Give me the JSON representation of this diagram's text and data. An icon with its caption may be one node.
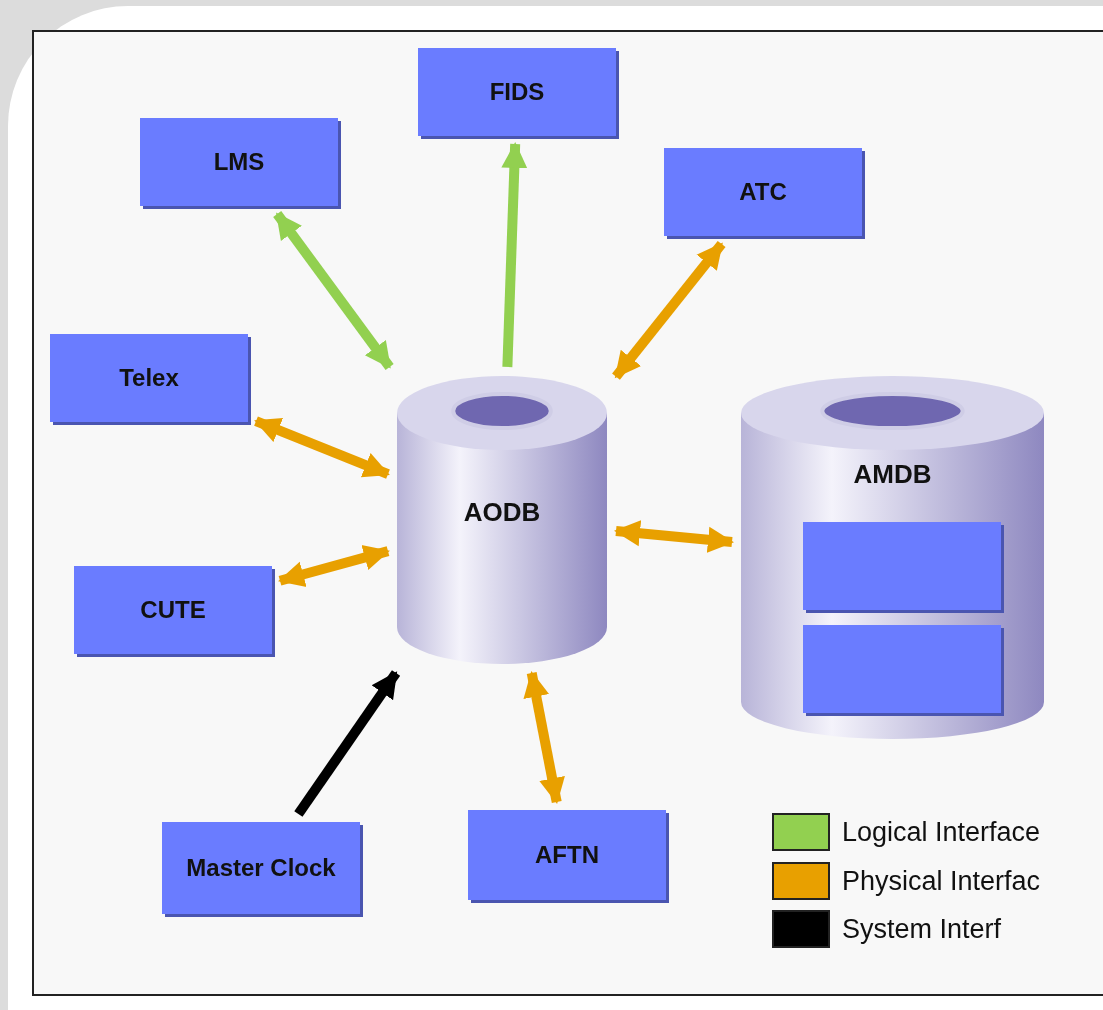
{
  "diagram": {
    "nodes": [
      {
        "text": [
          "FIDS"
        ]
      },
      {
        "text": [
          "LMS"
        ]
      },
      {
        "text": [
          "ATC"
        ]
      },
      {
        "text": [
          "Telex"
        ]
      },
      {
        "text": [
          "AODB"
        ]
      },
      {
        "text": [
          "AMDB"
        ]
      },
      {
        "text": [],
        "shape": "box",
        "in": 5
      },
      {
        "text": [],
        "shape": "box",
        "in": 5
      },
      {
        "text": [
          "CUTE"
        ]
      },
      {
        "text": [
          "Master Clock"
        ]
      },
      {
        "text": [
          "AFTN"
        ]
      }
    ],
    "edges": [
      {
        "from": 4,
        "to": 0,
        "arrow": "to",
        "color": "#92d050"
      },
      {
        "from": 1,
        "to": 4,
        "arrow": "both",
        "color": "#92d050"
      },
      {
        "from": 2,
        "to": 4,
        "arrow": "both"
      },
      {
        "from": 3,
        "to": 4,
        "arrow": "both"
      },
      {
        "from": 8,
        "to": 4,
        "arrow": "both"
      },
      {
        "from": 4,
        "to": 5,
        "arrow": "both"
      },
      {
        "from": 4,
        "to": 10,
        "arrow": "both"
      },
      {
        "from": 9,
        "to": 4,
        "arrow": "to",
        "color": "#000000"
      }
    ],
    "legend": [
      {
        "text": "Logical Interface",
        "color": "#92d050"
      },
      {
        "text": "Physical Interfac",
        "color": "#e8a000"
      },
      {
        "text": "System Interf",
        "color": "#000000"
      }
    ]
  }
}
